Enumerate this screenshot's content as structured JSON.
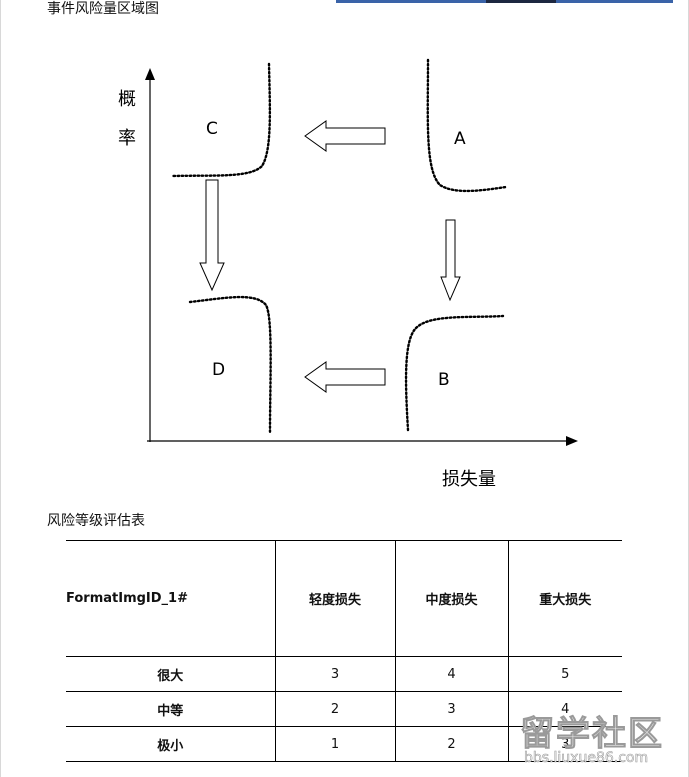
{
  "diagram": {
    "title": "事件风险量区域图",
    "y_axis_label_1": "概",
    "y_axis_label_2": "率",
    "x_axis_label": "损失量",
    "regions": {
      "a": "A",
      "b": "B",
      "c": "C",
      "d": "D"
    }
  },
  "table": {
    "title": "风险等级评估表",
    "corner": "FormatImgID_1#",
    "columns": [
      "轻度损失",
      "中度损失",
      "重大损失"
    ],
    "rows": [
      {
        "label": "很大",
        "values": [
          "3",
          "4",
          "5"
        ]
      },
      {
        "label": "中等",
        "values": [
          "2",
          "3",
          "4"
        ]
      },
      {
        "label": "极小",
        "values": [
          "1",
          "2",
          "3"
        ]
      }
    ]
  },
  "watermark": {
    "main": "留学社区",
    "sub": "bbs.liuxue86.com"
  },
  "colors": {
    "line": "#000000",
    "strip": "#3a63a8"
  }
}
